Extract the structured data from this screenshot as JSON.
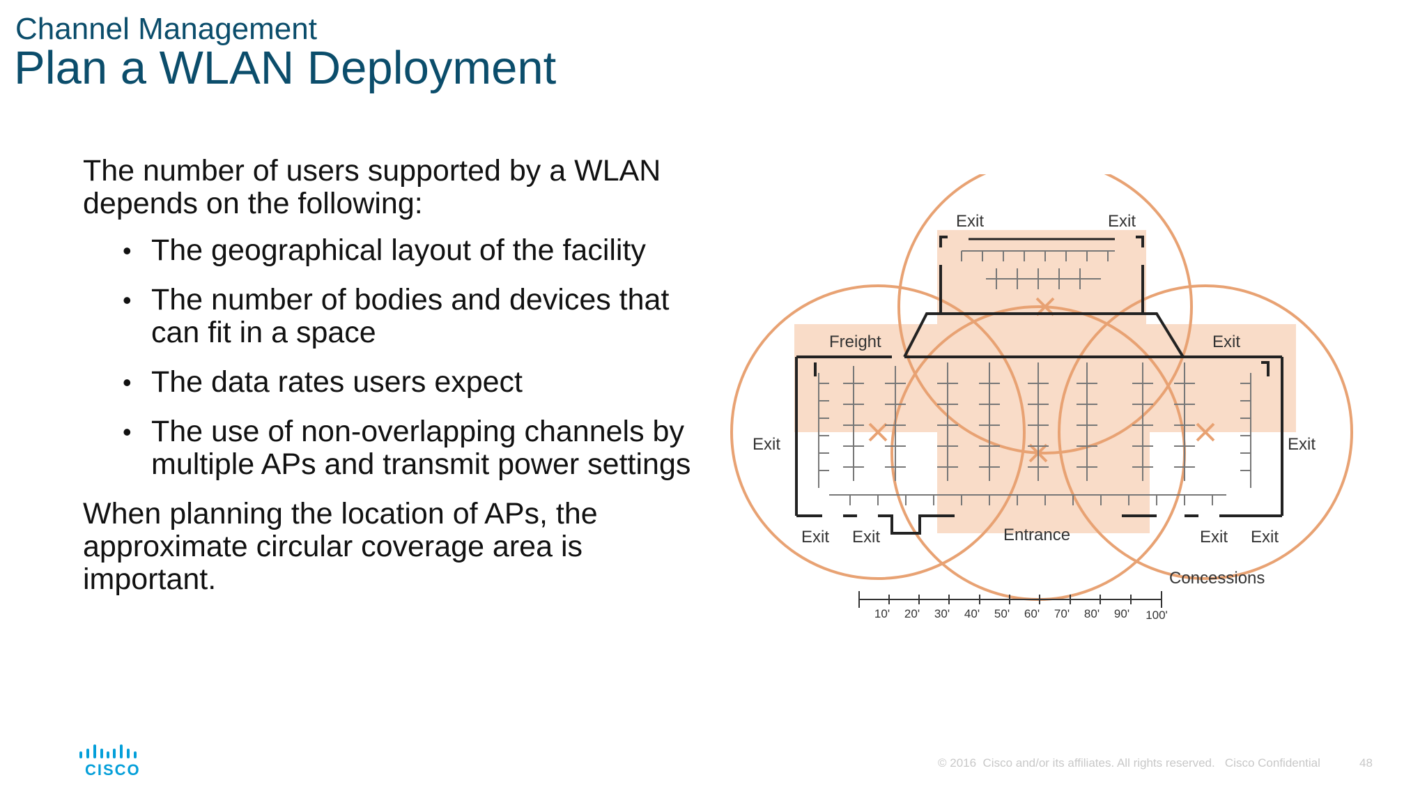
{
  "header": {
    "subtitle": "Channel Management",
    "title": "Plan a WLAN Deployment"
  },
  "content": {
    "intro": "The number of users supported by a WLAN depends on the following:",
    "bullets": [
      "The geographical layout of the facility",
      "The number of bodies and devices that can fit in a space",
      "The data rates users expect",
      "The use of non-overlapping channels by multiple APs and transmit power settings"
    ],
    "bullet_glyph": "•",
    "closing": "When planning the location of APs, the approximate circular coverage area is important."
  },
  "diagram": {
    "labels": {
      "exit_top_left": "Exit",
      "exit_top_right": "Exit",
      "freight": "Freight",
      "exit_right_top": "Exit",
      "exit_left": "Exit",
      "exit_right": "Exit",
      "exit_bottom_1": "Exit",
      "exit_bottom_2": "Exit",
      "entrance": "Entrance",
      "exit_bottom_3": "Exit",
      "exit_bottom_4": "Exit",
      "concessions": "Concessions"
    },
    "scale_ticks": [
      "10'",
      "20'",
      "30'",
      "40'",
      "50'",
      "60'",
      "70'",
      "80'",
      "90'",
      "100'"
    ],
    "colors": {
      "coverage_circle": "#e8a273",
      "floor_fill": "#f9dcc8",
      "walls": "#222222",
      "fixtures": "#777777"
    }
  },
  "footer": {
    "logo_text": "CISCO",
    "copyright": "© 2016  Cisco and/or its affiliates. All rights reserved.   Cisco Confidential",
    "page_number": "48"
  }
}
